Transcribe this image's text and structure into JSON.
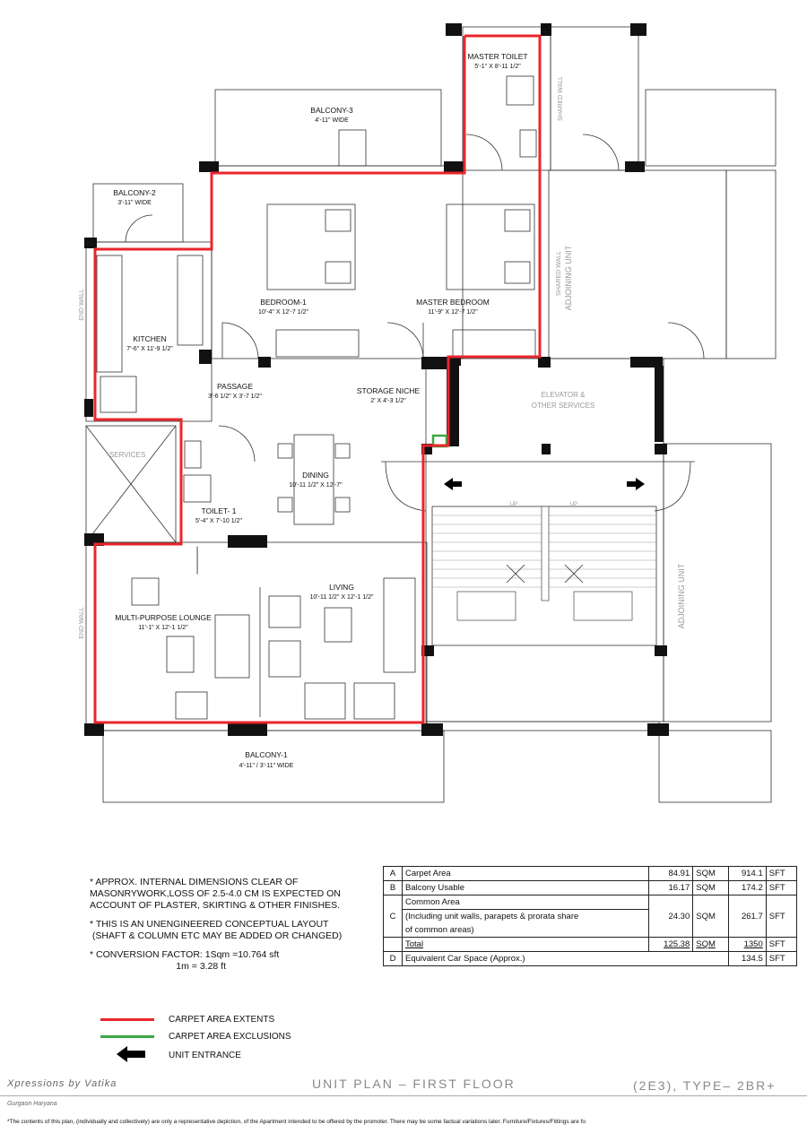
{
  "rooms": {
    "master_toilet": {
      "name": "MASTER TOILET",
      "dim": "5'-1\" X 8'-11 1/2\""
    },
    "balcony3": {
      "name": "BALCONY-3",
      "dim": "4'-11\" WIDE"
    },
    "balcony2": {
      "name": "BALCONY-2",
      "dim": "3'-11\" WIDE"
    },
    "bedroom1": {
      "name": "BEDROOM-1",
      "dim": "10'-4\" X 12'-7 1/2\""
    },
    "master_bedroom": {
      "name": "MASTER BEDROOM",
      "dim": "11'-9\" X 12'-7 1/2\""
    },
    "kitchen": {
      "name": "KITCHEN",
      "dim": "7'-6\" X 11'-9 1/2\""
    },
    "passage": {
      "name": "PASSAGE",
      "dim": "3'-6 1/2\" X 3'-7 1/2\""
    },
    "storage": {
      "name": "STORAGE NICHE",
      "dim": "2' X 4'-3 1/2\""
    },
    "dining": {
      "name": "DINING",
      "dim": "10'-11 1/2\" X 12'-7\""
    },
    "toilet1": {
      "name": "TOILET- 1",
      "dim": "5'-4\" X 7'-10 1/2\""
    },
    "living": {
      "name": "LIVING",
      "dim": "10'-11 1/2\" X 12'-1 1/2\""
    },
    "lounge": {
      "name": "MULTI-PURPOSE LOUNGE",
      "dim": "11'-1\" X 12'-1 1/2\""
    },
    "balcony1": {
      "name": "BALCONY-1",
      "dim": "4'-11\" / 3'-11\" WIDE"
    }
  },
  "labels": {
    "services": "SERVICES",
    "end_wall_top": "END WALL",
    "end_wall_bottom": "END WALL",
    "shared_wall_top": "SHARED WALL",
    "shared_wall_mid": "SHARED WALL",
    "adjoining_unit_mid": "ADJOINING UNIT",
    "adjoining_unit_right": "ADJOINING UNIT",
    "elevator_line1": "ELEVATOR &",
    "elevator_line2": "OTHER SERVICES",
    "up1": "UP",
    "up2": "UP"
  },
  "notes": [
    "* APPROX. INTERNAL DIMENSIONS CLEAR OF MASONRYWORK,LOSS OF 2.5-4.0 CM IS EXPECTED ON ACCOUNT OF PLASTER, SKIRTING & OTHER FINISHES.",
    "* THIS IS AN UNENGINEERED CONCEPTUAL LAYOUT\n (SHAFT & COLUMN ETC MAY BE ADDED OR CHANGED)",
    "* CONVERSION FACTOR: 1Sqm =10.764 sft\n                                 1m = 3.28 ft"
  ],
  "area_table": {
    "A": {
      "label": "Carpet Area",
      "sqm": "84.91",
      "sqm_unit": "SQM",
      "sft": "914.1",
      "sft_unit": "SFT"
    },
    "B": {
      "label": "Balcony Usable",
      "sqm": "16.17",
      "sqm_unit": "SQM",
      "sft": "174.2",
      "sft_unit": "SFT"
    },
    "C": {
      "label1": "Common Area",
      "label2": "(Including unit walls, parapets & prorata share",
      "label3": "of common areas)",
      "sqm": "24.30",
      "sqm_unit": "SQM",
      "sft": "261.7",
      "sft_unit": "SFT"
    },
    "total": {
      "label": "Total",
      "sqm": "125.38",
      "sqm_unit": "SQM",
      "sft": "1350",
      "sft_unit": "SFT"
    },
    "D": {
      "label": "Equivalent Car Space (Approx.)",
      "sft": "134.5",
      "sft_unit": "SFT"
    },
    "letters": {
      "a": "A",
      "b": "B",
      "c": "C",
      "d": "D"
    }
  },
  "legend": {
    "carpet": "CARPET AREA EXTENTS",
    "exclusions": "CARPET AREA EXCLUSIONS",
    "entrance": "UNIT ENTRANCE",
    "colors": {
      "carpet": "#e8262c",
      "exclusions": "#3aa845",
      "entrance": "#000000"
    }
  },
  "footer": {
    "brand": "Xpressions by Vatika",
    "title": "UNIT PLAN  –  FIRST FLOOR",
    "type": "(2E3),  TYPE–  2BR+",
    "location": "Gurgaon    Haryana",
    "disclaimer": "*The contents of this plan, (individually and collectively) are only a representative depiction, of  the Apartment intended to be offered by the promoter. There may be some factual variations later. Furniture/Fixtures/Fittings are fo"
  }
}
